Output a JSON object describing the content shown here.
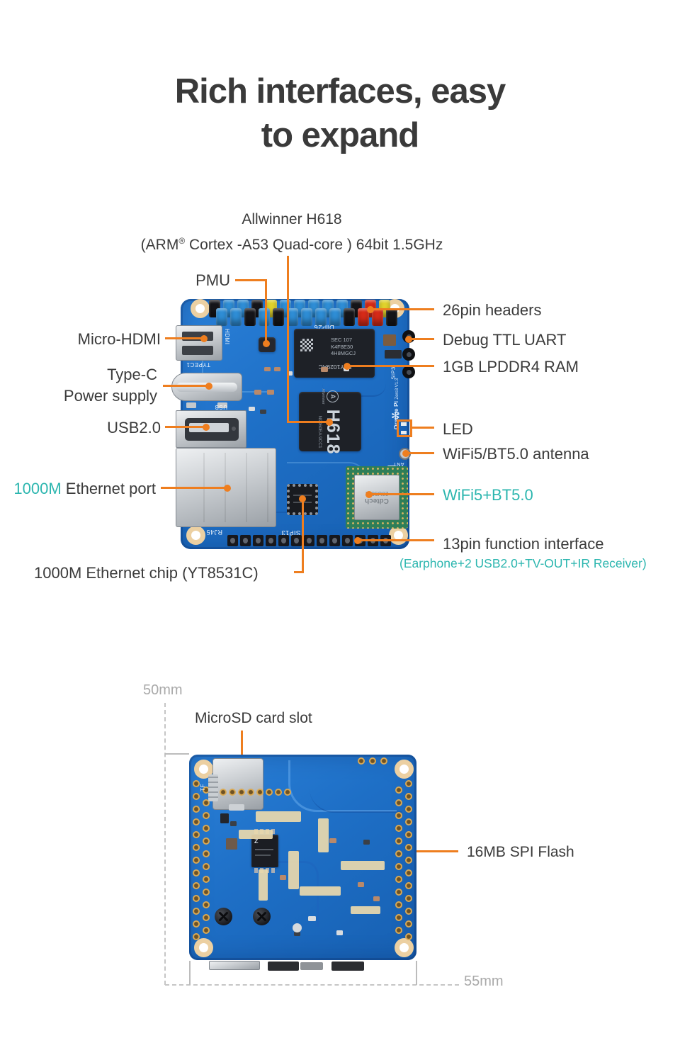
{
  "title": {
    "line1": "Rich interfaces, easy",
    "line2": "to expand"
  },
  "colors": {
    "leader_orange": "#EE7E1F",
    "teal": "#2CB6AF",
    "pcb_blue": "#1E72C8",
    "label_dark": "#3B3B3B",
    "dim_gray": "#A9A9A9"
  },
  "soc_note": {
    "line1": "Allwinner H618",
    "line2_prefix": "(ARM",
    "line2_sup": "®",
    "line2_suffix": " Cortex -A53 Quad-core ) 64bit 1.5GHz"
  },
  "callouts": {
    "pmu": "PMU",
    "micro_hdmi": "Micro-HDMI",
    "type_c_line1": "Type-C",
    "type_c_line2": "Power supply",
    "usb20": "USB2.0",
    "eth_port_prefix": "1000M",
    "eth_port_suffix": " Ethernet port",
    "eth_chip": "1000M Ethernet chip (YT8531C)",
    "headers26": "26pin headers",
    "debug_uart": "Debug TTL UART",
    "ram": "1GB LPDDR4 RAM",
    "led": "LED",
    "antenna": "WiFi5/BT5.0 antenna",
    "wifi_bt": "WiFi5+BT5.0",
    "func13": "13pin function interface",
    "func13_note": "(Earphone+2 USB2.0+TV-OUT+IR Receiver)",
    "microsd": "MicroSD card slot",
    "spi_flash": "16MB SPI Flash"
  },
  "dimensions": {
    "height_label": "50mm",
    "width_label": "55mm"
  },
  "board_front": {
    "silk": {
      "dip26": "DIP26",
      "hdmi": "HDMI",
      "typec1": "TYPEC1",
      "usb": "USB",
      "rj45": "RJ45",
      "sip13": "SIP13",
      "sip3": "SIP3",
      "ant": "ANT",
      "brand": "Orange Pi",
      "brand_model": "Zero3 V1.3",
      "logo_glyph": "✻"
    },
    "ram_chip": {
      "line1": "SEC 107",
      "line2": "K4F8E30",
      "line3": "4H8MGCJ",
      "line4": "E9Y1029AC"
    },
    "soc_chip": {
      "brand": "Allwinner",
      "logo_letter": "A",
      "model": "H618",
      "code": "N9060EA 9CC1"
    },
    "wifi_module": {
      "brand": "Cdtech",
      "model": "20U5622"
    },
    "header_pins": {
      "row1": [
        "#16161a",
        "#2f8fd8",
        "#2f8fd8",
        "#16161a",
        "#e3d52c",
        "#2f8fd8",
        "#2f8fd8",
        "#2f8fd8",
        "#2f8fd8",
        "#2f8fd8",
        "#16161a",
        "#d92b18",
        "#e3d52c"
      ],
      "row2": [
        "#2f8fd8",
        "#2f8fd8",
        "#16161a",
        "#2f8fd8",
        "#16161a",
        "#2f8fd8",
        "#2f8fd8",
        "#2f8fd8",
        "#2f8fd8",
        "#16161a",
        "#d92b18",
        "#d92b18",
        "#16161a"
      ]
    }
  },
  "board_back": {
    "silk": {
      "tf": "TF"
    },
    "flash_mark": "Z"
  }
}
